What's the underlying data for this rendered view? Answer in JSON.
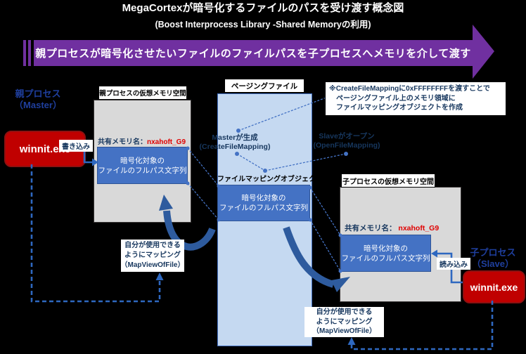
{
  "title": {
    "line1": "MegaCortexが暗号化するファイルのパスを受け渡す概念図",
    "line2": "(Boost Interprocess Library -Shared Memoryの利用)"
  },
  "banner": {
    "text": "親プロセスが暗号化させたいファイルのファイルパスを子プロセスへメモリを介して渡す"
  },
  "parent": {
    "process_label_1": "親プロセス",
    "process_label_2": "（Master）",
    "exe": "winnit.exe",
    "write_label": "書き込み",
    "memory_title": "親プロセスの仮想メモリ空間",
    "shared_label": "共有メモリ名：",
    "shared_name": "nxahoft_G9",
    "box_line1": "暗号化対象の",
    "box_line2": "ファイルのフルパス文字列"
  },
  "paging": {
    "title": "ページングファイル",
    "master_note_1": "Masterが生成",
    "master_note_2": "(CreateFileMapping)",
    "fmo_label": "ファイルマッピングオブジェクト",
    "box_line1": "暗号化対象の",
    "box_line2": "ファイルのフルパス文字列"
  },
  "note": {
    "line1": "※CreateFileMappingに0xFFFFFFFFを渡すことで",
    "line2": "ページングファイル上のメモリ領域に",
    "line3": "ファイルマッピングオブジェクトを作成"
  },
  "slave_note": {
    "line1": "Slaveがオープン",
    "line2": "(OpenFileMapping)"
  },
  "child": {
    "process_label_1": "子プロセス",
    "process_label_2": "（Slave）",
    "exe": "winnit.exe",
    "read_label": "読み込み",
    "memory_title": "子プロセスの仮想メモリ空間",
    "shared_label": "共有メモリ名：",
    "shared_name": "nxahoft_G9",
    "box_line1": "暗号化対象の",
    "box_line2": "ファイルのフルパス文字列"
  },
  "mapview": {
    "line1": "自分が使用できる",
    "line2": "ようにマッピング",
    "line3": "（MapViewOfFile）"
  },
  "colors": {
    "background": "#000000",
    "banner_purple": "#7030A0",
    "process_red": "#C00000",
    "memory_blue": "#4472C4",
    "paging_light_blue": "#C5D9F1",
    "annotation_navy": "#17375E",
    "process_label_blue": "#1F3F9E",
    "shared_name_red": "#E00000"
  }
}
